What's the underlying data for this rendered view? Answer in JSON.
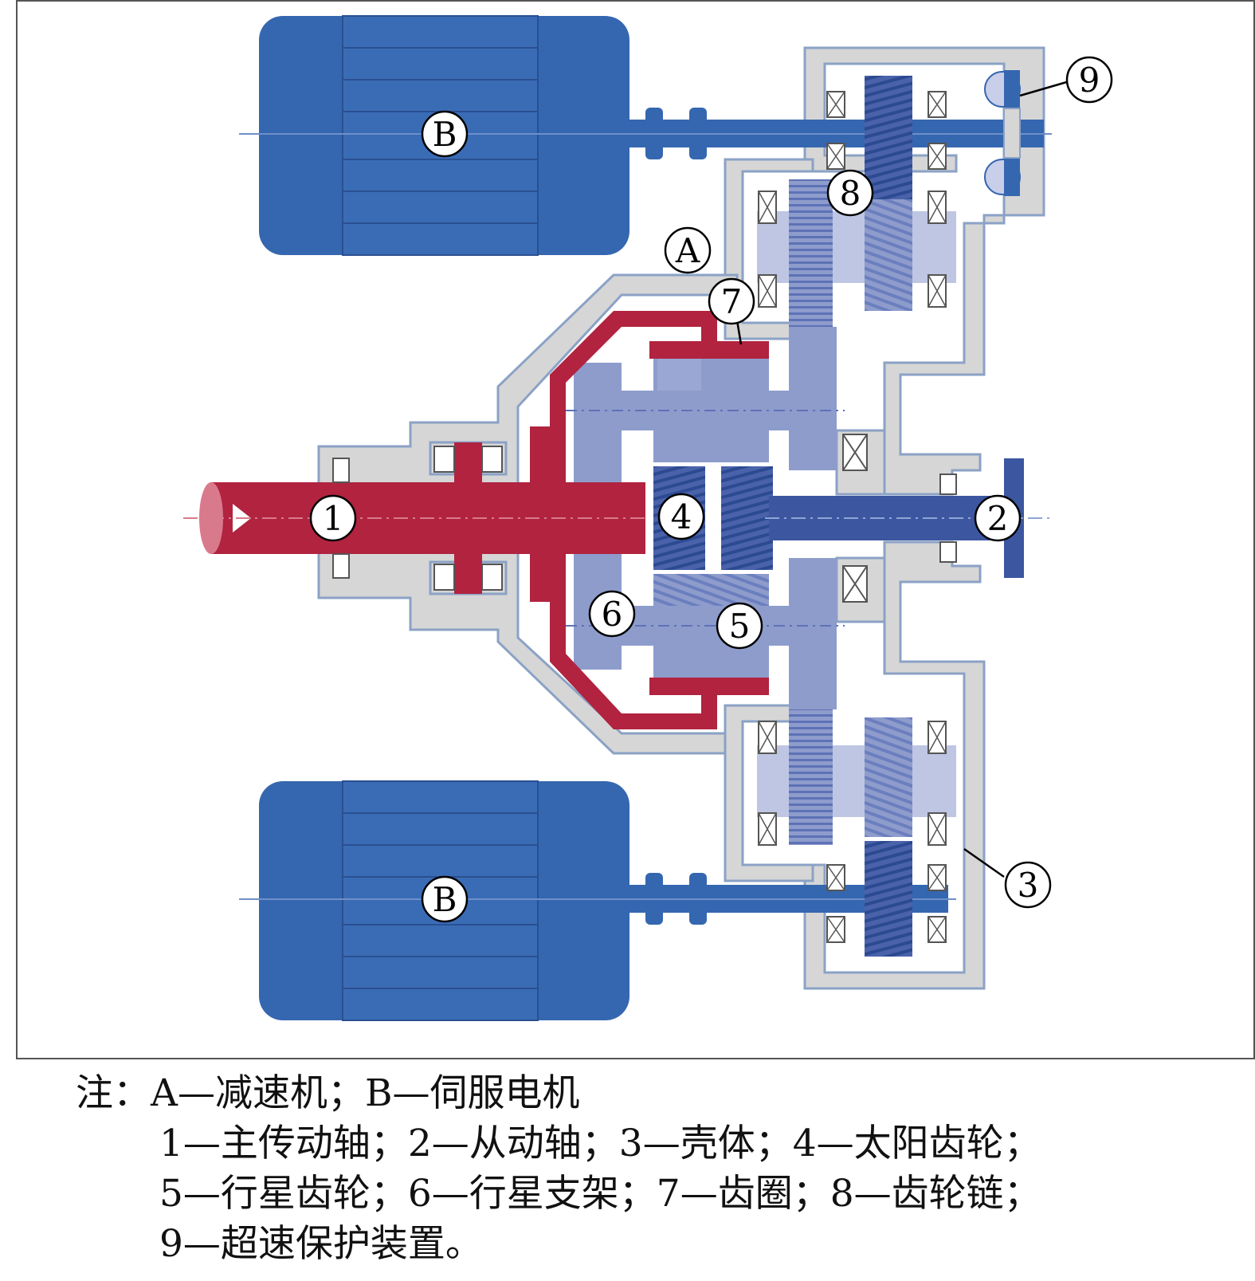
{
  "labels": {
    "A": "A",
    "B_top": "B",
    "B_bottom": "B",
    "n1": "1",
    "n2": "2",
    "n3": "3",
    "n4": "4",
    "n5": "5",
    "n6": "6",
    "n7": "7",
    "n8": "8",
    "n9": "9"
  },
  "caption": {
    "line1": "注：A—减速机；B—伺服电机",
    "line2": "1—主传动轴；2—从动轴；3—壳体；4—太阳齿轮；",
    "line3": "5—行星齿轮；6—行星支架；7—齿圈；8—齿轮链；",
    "line4": "9—超速保护装置。"
  },
  "colors": {
    "motor_blue": "#3567b0",
    "gear_blue": "#8e9ccc",
    "shaft_dark_blue": "#3c57a0",
    "drive_red": "#b1233f",
    "housing_gray": "#d6d6d6",
    "housing_edge": "#8ba2c6"
  }
}
